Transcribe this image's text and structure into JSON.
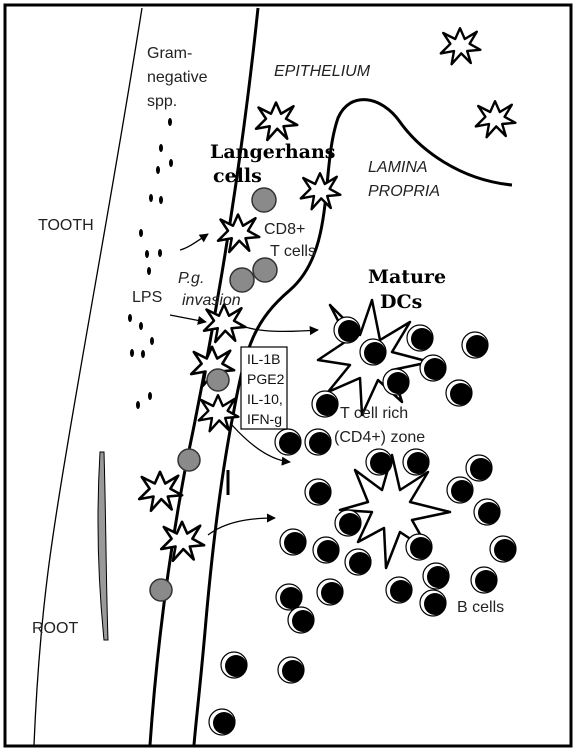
{
  "labels": {
    "gram_negative": [
      "Gram-",
      "negative",
      "spp."
    ],
    "epithelium": "EPITHELIUM",
    "lamina_propria": [
      "LAMINA",
      "PROPRIA"
    ],
    "tooth": "TOOTH",
    "root": "ROOT",
    "langerhans": [
      "Langerhans",
      "cells"
    ],
    "cd8": [
      "CD8+",
      "T cells"
    ],
    "pg_invasion": [
      "P.g.",
      "invasion"
    ],
    "lps": "LPS",
    "mature_dcs": [
      "Mature",
      "DCs"
    ],
    "cytokines": [
      "IL-1B",
      "PGE2",
      "IL-10,",
      "IFN-g"
    ],
    "t_cell_zone": [
      "T cell rich",
      "(CD4+) zone"
    ],
    "b_cells": "B cells"
  }
}
